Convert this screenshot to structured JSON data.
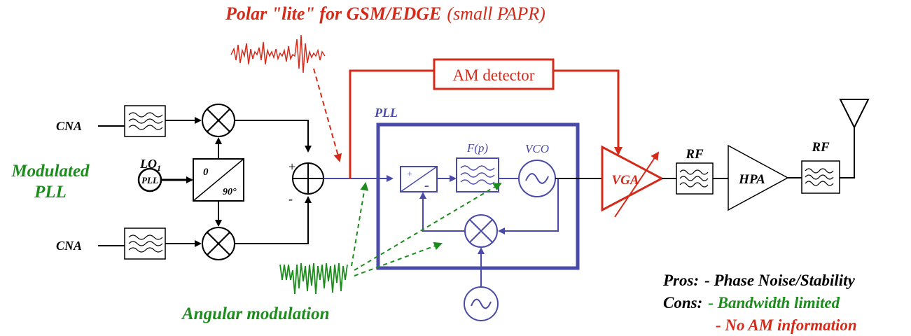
{
  "title": {
    "main": "Polar \"lite\" for GSM/EDGE",
    "sub": "(small PAPR)"
  },
  "left_label": {
    "line1": "Modulated",
    "line2": "PLL"
  },
  "angular_label": "Angular modulation",
  "blocks": {
    "cna_top": "CNA",
    "cna_bottom": "CNA",
    "lo": "LO",
    "lo_sub": "1",
    "pll_small": "PLL",
    "phase_0": "0",
    "phase_90": "90°",
    "sum_plus": "+",
    "sum_minus": "-",
    "am_detector": "AM detector",
    "pll_box": "PLL",
    "pfd_plus": "+",
    "pfd_minus": "-",
    "loop_filter": "F(p)",
    "vco": "VCO",
    "vga": "VGA",
    "rf1": "RF",
    "hpa": "HPA",
    "rf2": "RF"
  },
  "notes": {
    "pros_label": "Pros:",
    "pros_text": "- Phase Noise/Stability",
    "cons_label": "Cons:",
    "cons_text1": "- Bandwidth limited",
    "cons_text2": "- No AM information"
  },
  "colors": {
    "black": "#000000",
    "red": "#d42a1a",
    "blue": "#4a4aa8",
    "green": "#1c8c1c"
  }
}
